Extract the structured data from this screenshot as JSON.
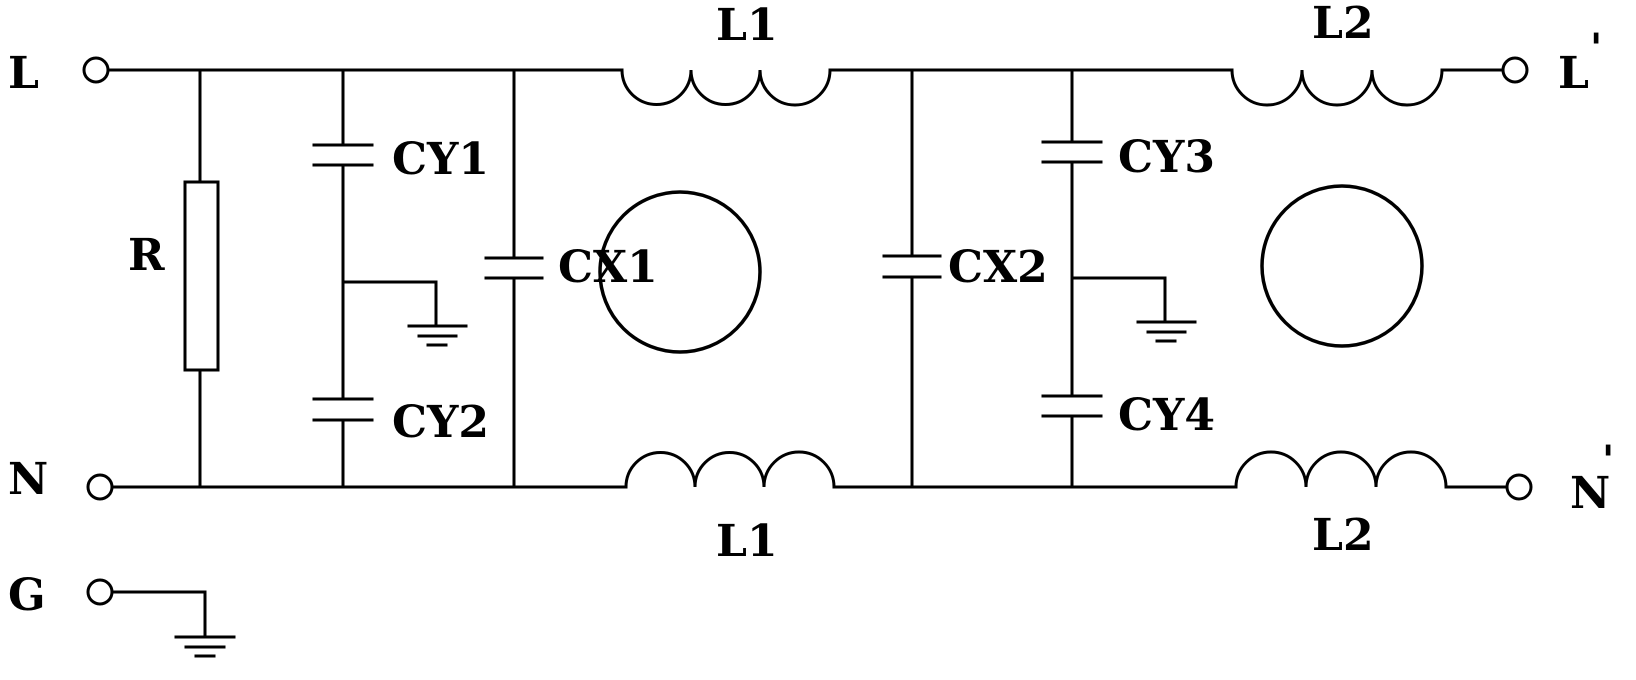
{
  "terminals": {
    "L": "L",
    "N": "N",
    "G": "G",
    "L_out": "L",
    "N_out": "N",
    "prime": "'"
  },
  "components": {
    "R": "R",
    "CY1": "CY1",
    "CY2": "CY2",
    "CX1": "CX1",
    "CX2": "CX2",
    "CY3": "CY3",
    "CY4": "CY4",
    "L1_top": "L1",
    "L1_bottom": "L1",
    "L2_top": "L2",
    "L2_bottom": "L2"
  },
  "colors": {
    "line": "#000000",
    "background": "#ffffff"
  }
}
